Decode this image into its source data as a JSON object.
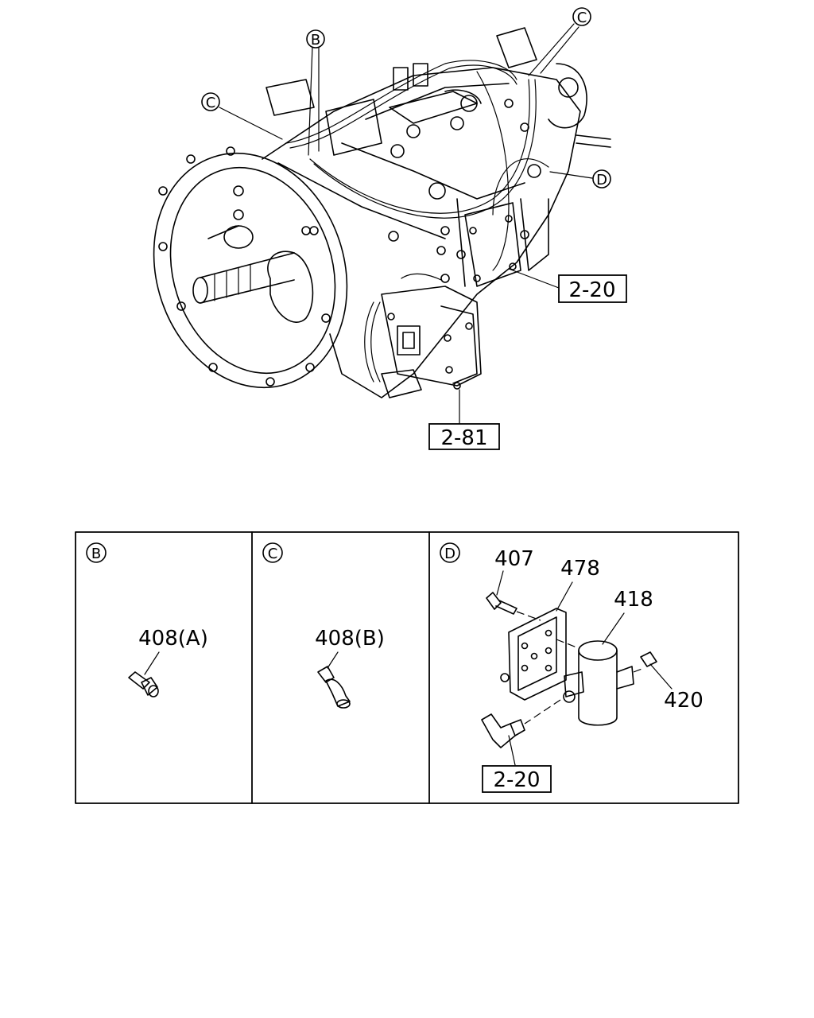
{
  "callouts": {
    "b_top": "B",
    "c_left": "C",
    "c_right": "C",
    "d_right": "D",
    "ref_2_20": "2-20",
    "ref_2_81": "2-81"
  },
  "panels": [
    {
      "circle": "B",
      "labels": {
        "part": "408(A)"
      }
    },
    {
      "circle": "C",
      "labels": {
        "part": "408(B)"
      }
    },
    {
      "circle": "D",
      "labels": {
        "p407": "407",
        "p478": "478",
        "p418": "418",
        "p420": "420",
        "ref": "2-20"
      }
    }
  ]
}
